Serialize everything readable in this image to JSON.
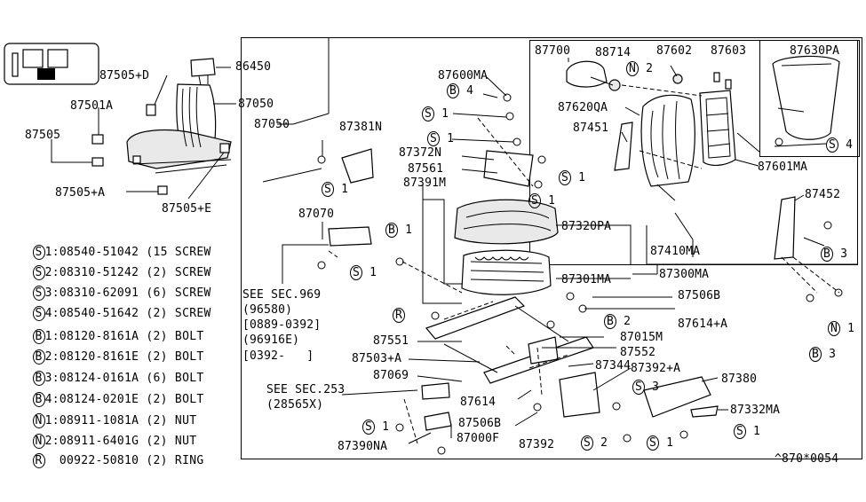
{
  "legend": [
    {
      "symbol": "S",
      "text": "1:08540-51042 (15 SCREW"
    },
    {
      "symbol": "S",
      "text": "2:08310-51242 (2) SCREW"
    },
    {
      "symbol": "S",
      "text": "3:08310-62091 (6) SCREW"
    },
    {
      "symbol": "S",
      "text": "4:08540-51642 (2) SCREW"
    },
    {
      "symbol": "B",
      "text": "1:08120-8161A (2) BOLT"
    },
    {
      "symbol": "B",
      "text": "2:08120-8161E (2) BOLT"
    },
    {
      "symbol": "B",
      "text": "3:08124-0161A (6) BOLT"
    },
    {
      "symbol": "B",
      "text": "4:08124-0201E (2) BOLT"
    },
    {
      "symbol": "N",
      "text": "1:08911-1081A (2) NUT"
    },
    {
      "symbol": "N",
      "text": "2:08911-6401G (2) NUT"
    },
    {
      "symbol": "R",
      "text": "  00922-50810 (2) RING"
    }
  ],
  "parts": {
    "p86450": "86450",
    "p87505D": "87505+D",
    "p87050a": "87050",
    "p87050b": "87050",
    "p87501A": "87501A",
    "p87505": "87505",
    "p87505A": "87505+A",
    "p87505E": "87505+E",
    "p87381N": "87381N",
    "p87070": "87070",
    "p87700": "87700",
    "p88714": "88714",
    "p87602": "87602",
    "p87603": "87603",
    "p87630PA": "87630PA",
    "p87600MA": "87600MA",
    "p87620QA": "87620QA",
    "p87451": "87451",
    "p87601MA": "87601MA",
    "p87372N": "87372N",
    "p87561": "87561",
    "p87391M": "87391M",
    "p87452": "87452",
    "p87320PA": "87320PA",
    "p87410MA": "87410MA",
    "p87300MA": "87300MA",
    "p87301MA": "87301MA",
    "p87506B": "87506B",
    "p87614A": "87614+A",
    "p87015M": "87015M",
    "p87551": "87551",
    "p87503A": "87503+A",
    "p87552": "87552",
    "p87069": "87069",
    "p87344": "87344",
    "p87392A": "87392+A",
    "p87380": "87380",
    "p87614": "87614",
    "p87332MA": "87332MA",
    "p87506B2": "87506B",
    "p87000F": "87000F",
    "p87390NA": "87390NA",
    "p87392": "87392"
  },
  "refs": {
    "sec969": "SEE SEC.969",
    "sec969code": "(96580)",
    "range1": "[0889-0392]",
    "sec969code2": "(96916E)",
    "range2": "[0392-   ]",
    "sec253": "SEE SEC.253",
    "sec253code": "(28565X)"
  },
  "callouts": {
    "c_n2": "2",
    "c_b4": "4",
    "c_s1a": "1",
    "c_s1b": "1",
    "c_s1c": "1",
    "c_s1d": "1",
    "c_s1e": "1",
    "c_s1f": "1",
    "c_s1g": "1",
    "c_s1h": "1",
    "c_s4": "4",
    "c_b1": "1",
    "c_b2": "2",
    "c_b3a": "3",
    "c_b3b": "3",
    "c_n1": "1",
    "c_s3": "3",
    "c_s2": "2"
  },
  "footer_code": "^870*0054"
}
